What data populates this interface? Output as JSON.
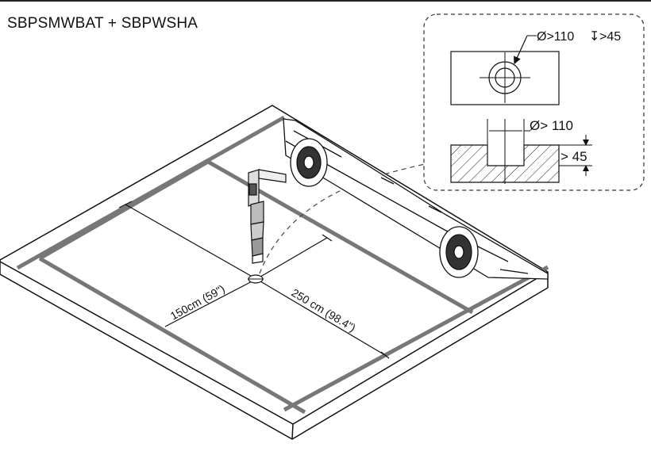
{
  "title": "SBPSMWBAT + SBPWSHA",
  "dimensions": {
    "width_label": "150cm (59\")",
    "length_label": "250 cm (98.4\")"
  },
  "detail": {
    "diameter_top": "Ø>110",
    "depth_symbol": "↧",
    "depth_top": ">45",
    "diameter_section": "Ø> 110",
    "depth_section": "> 45"
  },
  "colors": {
    "line": "#111111",
    "parking_stripe": "#777777",
    "dashed": "#444444"
  }
}
